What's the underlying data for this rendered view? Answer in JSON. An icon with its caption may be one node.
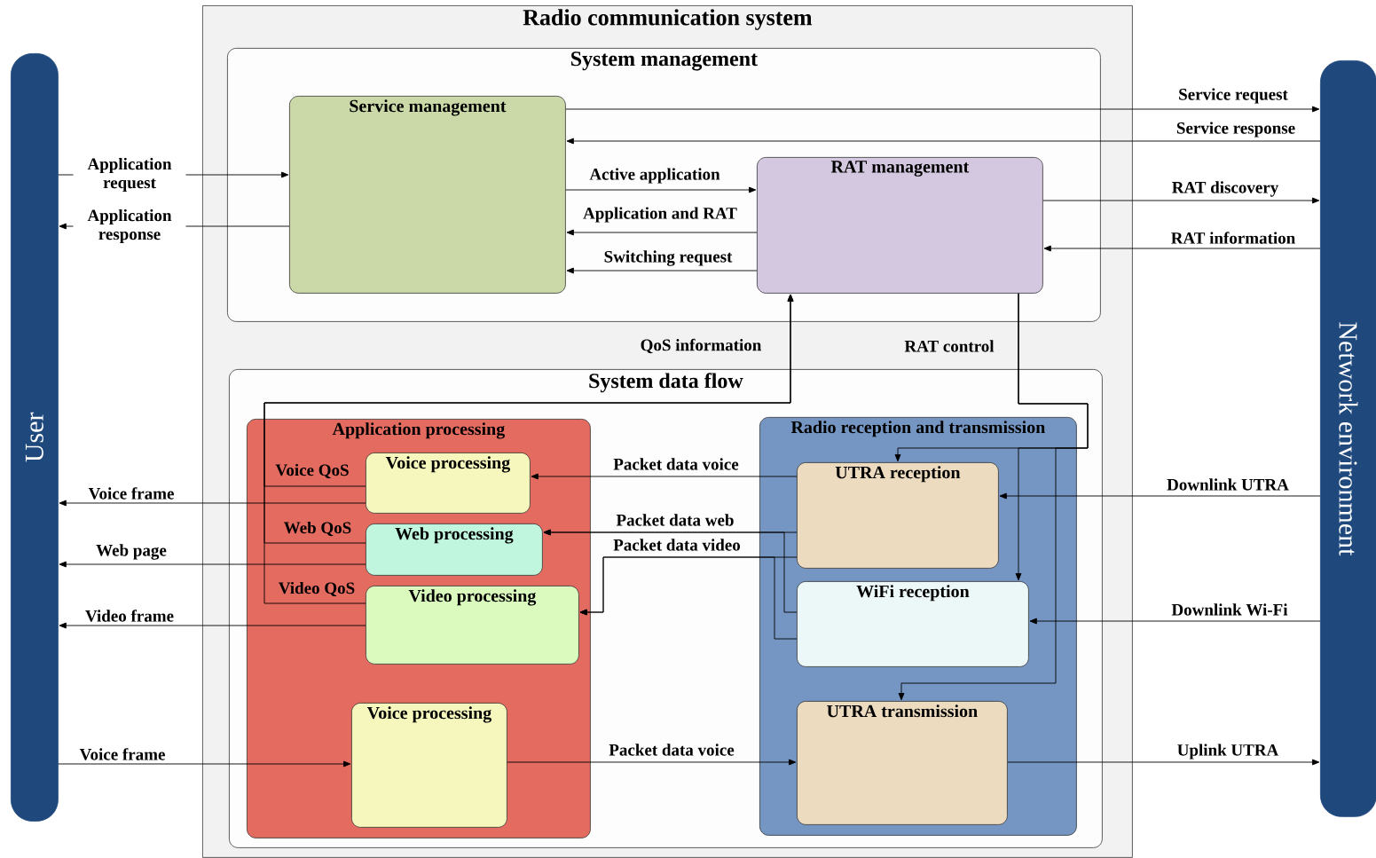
{
  "diagram": {
    "nodes": [
      {
        "text": [
          "Radio communication system"
        ]
      },
      {
        "text": [
          "System management"
        ],
        "in": 0
      },
      {
        "text": [
          "Service management"
        ],
        "in": 1
      },
      {
        "text": [
          "RAT management"
        ],
        "in": 1
      },
      {
        "text": [
          "System data flow"
        ],
        "in": 0
      },
      {
        "text": [
          "Application processing"
        ],
        "in": 4
      },
      {
        "text": [
          "Voice processing"
        ],
        "in": 5
      },
      {
        "text": [
          "Web processing"
        ],
        "in": 5
      },
      {
        "text": [
          "Video processing"
        ],
        "in": 5
      },
      {
        "text": [
          "Voice processing"
        ],
        "in": 5
      },
      {
        "text": [
          "Radio reception and transmission"
        ],
        "in": 4
      },
      {
        "text": [
          "UTRA reception"
        ],
        "in": 10
      },
      {
        "text": [
          "WiFi reception"
        ],
        "in": 10
      },
      {
        "text": [
          "UTRA transmission"
        ],
        "in": 10
      },
      {
        "text": [
          "User"
        ]
      },
      {
        "text": [
          "Network environment"
        ]
      }
    ],
    "edges": [
      {
        "from": 14,
        "to": 2,
        "arrow": "to",
        "label": "Application request"
      },
      {
        "from": 2,
        "to": 14,
        "arrow": "to",
        "label": "Application response"
      },
      {
        "from": 2,
        "to": 15,
        "arrow": "to",
        "label": "Service request"
      },
      {
        "from": 15,
        "to": 2,
        "arrow": "to",
        "label": "Service response"
      },
      {
        "from": 2,
        "to": 3,
        "arrow": "to",
        "label": "Active application"
      },
      {
        "from": 3,
        "to": 2,
        "arrow": "to",
        "label": "Application and RAT"
      },
      {
        "from": 3,
        "to": 2,
        "arrow": "to",
        "label": "Switching request"
      },
      {
        "from": 3,
        "to": 15,
        "arrow": "to",
        "label": "RAT discovery"
      },
      {
        "from": 15,
        "to": 3,
        "arrow": "to",
        "label": "RAT information"
      },
      {
        "from": 6,
        "to": 3,
        "arrow": "to",
        "label": "Voice QoS"
      },
      {
        "from": 7,
        "to": 3,
        "arrow": "to",
        "label": "Web QoS"
      },
      {
        "from": 8,
        "to": 3,
        "arrow": "to",
        "label": "Video QoS"
      },
      {
        "from": 3,
        "to": 12,
        "arrow": "to",
        "label": "RAT control"
      },
      {
        "from": 3,
        "to": 11,
        "arrow": "to"
      },
      {
        "from": 3,
        "to": 13,
        "arrow": "to"
      },
      {
        "from": 15,
        "to": 11,
        "arrow": "to",
        "label": "Downlink UTRA"
      },
      {
        "from": 15,
        "to": 12,
        "arrow": "to",
        "label": "Downlink Wi-Fi"
      },
      {
        "from": 13,
        "to": 15,
        "arrow": "to",
        "label": "Uplink UTRA"
      },
      {
        "from": 11,
        "to": 6,
        "arrow": "to",
        "label": "Packet data voice"
      },
      {
        "from": 11,
        "to": 7,
        "arrow": "to",
        "label": "Packet data web"
      },
      {
        "from": 12,
        "to": 7,
        "arrow": "to"
      },
      {
        "from": 11,
        "to": 8,
        "arrow": "to",
        "label": "Packet data video"
      },
      {
        "from": 12,
        "to": 8,
        "arrow": "to"
      },
      {
        "from": 6,
        "to": 14,
        "arrow": "to",
        "label": "Voice frame"
      },
      {
        "from": 7,
        "to": 14,
        "arrow": "to",
        "label": "Web page"
      },
      {
        "from": 8,
        "to": 14,
        "arrow": "to",
        "label": "Video frame"
      },
      {
        "from": 14,
        "to": 9,
        "arrow": "to",
        "label": "Voice frame"
      },
      {
        "from": 9,
        "to": 13,
        "arrow": "to",
        "label": "Packet data voice"
      }
    ],
    "labels": [
      "QoS information"
    ]
  }
}
